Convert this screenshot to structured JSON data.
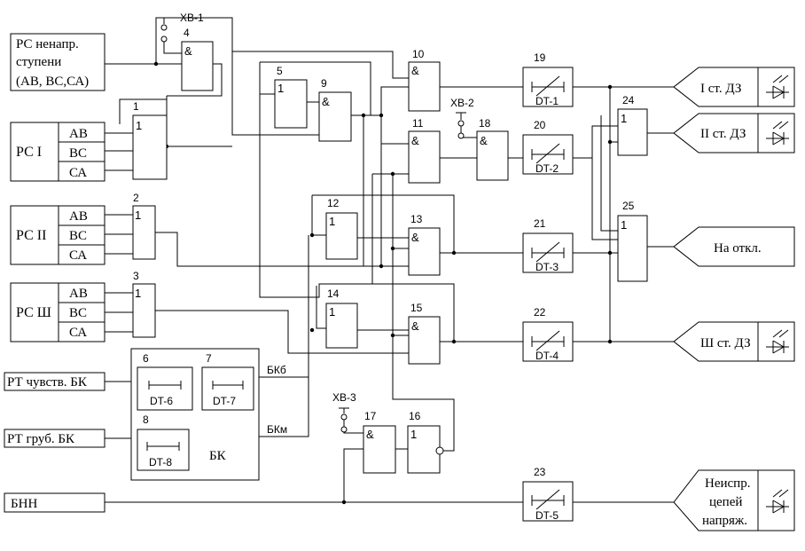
{
  "inputs": {
    "rs_nenapr": [
      "РС ненапр.",
      "ступени",
      "(АВ, ВС,СА)"
    ],
    "rs1": "РС I",
    "rs2": "РС II",
    "rs3": "РС Ш",
    "phases": [
      "АВ",
      "ВС",
      "СА"
    ],
    "rt_chuvstv": "РТ чувств. БК",
    "rt_grub": "РТ груб. БК",
    "bnn": "БНН"
  },
  "switches": {
    "xb1": "ХВ-1",
    "xb2": "ХВ-2",
    "xb3": "ХВ-3"
  },
  "gate_numbers": {
    "g1": "1",
    "g2": "2",
    "g3": "3",
    "g4": "4",
    "g5": "5",
    "g9": "9",
    "g10": "10",
    "g11": "11",
    "g12": "12",
    "g13": "13",
    "g14": "14",
    "g15": "15",
    "g16": "16",
    "g17": "17",
    "g18": "18",
    "g24": "24",
    "g25": "25",
    "t19": "19",
    "t20": "20",
    "t21": "21",
    "t22": "22",
    "t23": "23",
    "b6": "6",
    "b7": "7",
    "b8": "8"
  },
  "symbols": {
    "and": "&",
    "or": "1"
  },
  "timers": {
    "dt1": "DT-1",
    "dt2": "DT-2",
    "dt3": "DT-3",
    "dt4": "DT-4",
    "dt5": "DT-5",
    "dt6": "DT-6",
    "dt7": "DT-7",
    "dt8": "DT-8"
  },
  "bk": {
    "label": "БК",
    "bkb": "БКб",
    "bkm": "БКм"
  },
  "outputs": {
    "st1": "I ст. ДЗ",
    "st2": "II ст. ДЗ",
    "trip": "На откл.",
    "st3": "Ш ст. ДЗ",
    "fault": [
      "Неиспр.",
      "цепей",
      "напряж."
    ]
  }
}
